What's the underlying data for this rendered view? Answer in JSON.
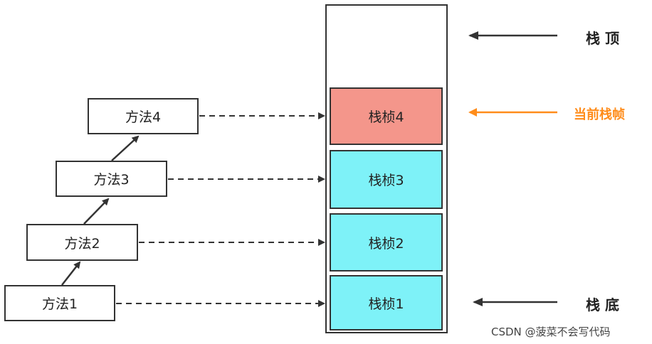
{
  "methods": [
    {
      "label": "方法1"
    },
    {
      "label": "方法2"
    },
    {
      "label": "方法3"
    },
    {
      "label": "方法4"
    }
  ],
  "frames": [
    {
      "label": "栈桢1",
      "state": "normal"
    },
    {
      "label": "栈桢2",
      "state": "normal"
    },
    {
      "label": "栈桢3",
      "state": "normal"
    },
    {
      "label": "栈桢4",
      "state": "current"
    }
  ],
  "annotations": {
    "stack_top": "栈 顶",
    "current_frame": "当前栈帧",
    "stack_bottom": "栈 底"
  },
  "colors": {
    "current_frame_fill": "#f4968b",
    "frame_fill": "#7ef2f8",
    "current_label": "#ff8c1a",
    "line": "#333333"
  },
  "watermark": "CSDN @菠菜不会写代码"
}
